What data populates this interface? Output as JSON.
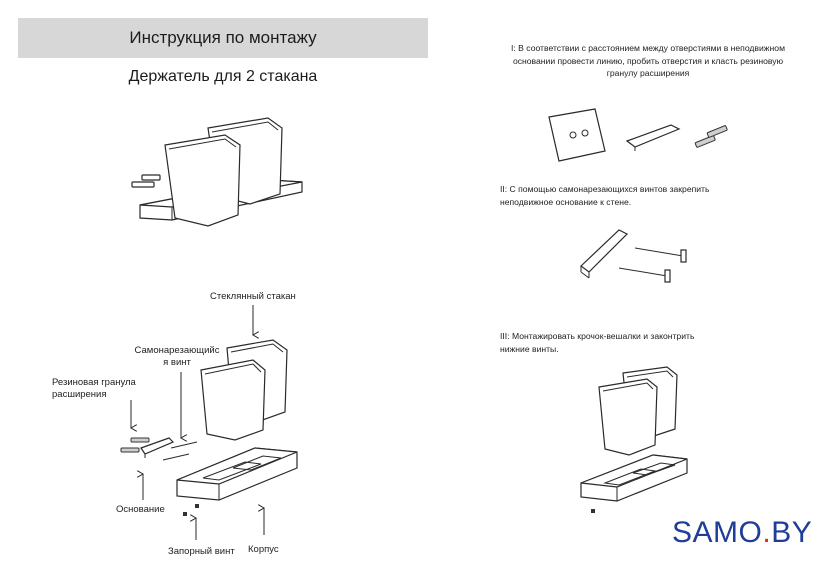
{
  "header": {
    "title": "Инструкция по монтажу",
    "subtitle": "Держатель для 2 стакана"
  },
  "parts": {
    "glass": "Стеклянный стакан",
    "screw_line1": "Самонарезающийс",
    "screw_line2": "я винт",
    "anchor_line1": "Резиновая гранула",
    "anchor_line2": "расширения",
    "base": "Основание",
    "lock_screw": "Запорный винт",
    "body": "Корпус"
  },
  "steps": [
    {
      "lines": [
        "I: В соответствии с расстоянием между отверстиями в неподвижном",
        "основании провести линию, пробить отверстия и класть резиновую",
        "гранулу расширения"
      ]
    },
    {
      "lines": [
        "II: С помощью самонарезающихся винтов закрепить",
        "неподвижное основание к стене."
      ]
    },
    {
      "lines": [
        "III: Монтажировать крочок-вешалки и законтрить",
        "нижние винты."
      ]
    }
  ],
  "brand": {
    "part1": "SAMO",
    "dot": ".",
    "part2": "BY",
    "color": "#1f3d99",
    "dot_color": "#e3262d"
  }
}
